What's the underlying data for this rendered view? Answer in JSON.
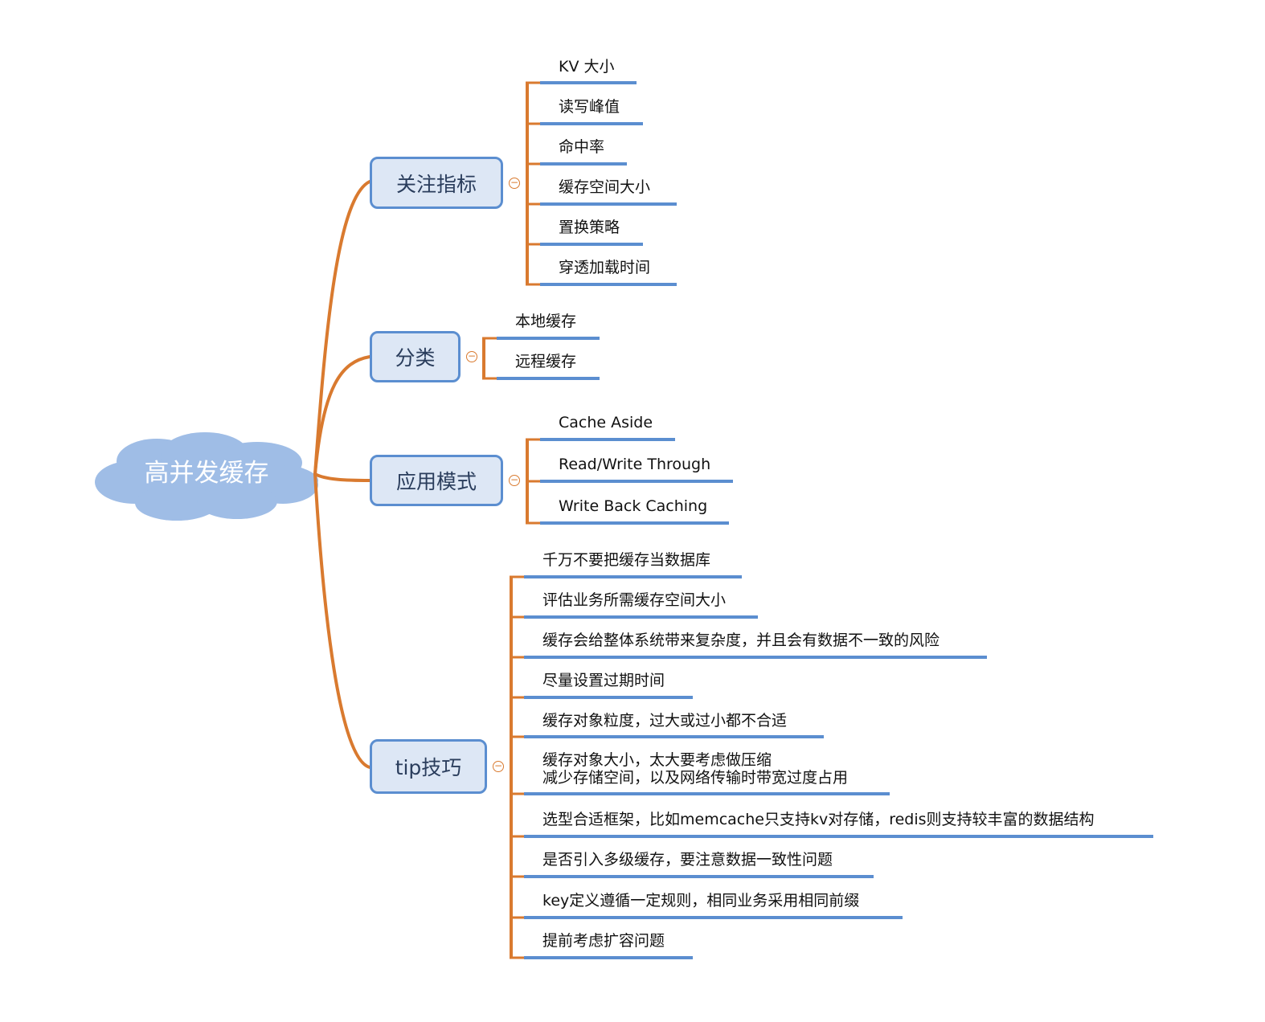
{
  "root": {
    "label": "高并发缓存"
  },
  "colors": {
    "connector": "#d97a2f",
    "underline": "#5b8ed0",
    "node_fill": "#dde7f5",
    "cloud": "#9fbde6"
  },
  "branches": [
    {
      "label": "关注指标",
      "items": [
        "KV 大小",
        "读写峰值",
        "命中率",
        "缓存空间大小",
        "置换策略",
        "穿透加载时间"
      ]
    },
    {
      "label": "分类",
      "items": [
        "本地缓存",
        "远程缓存"
      ]
    },
    {
      "label": "应用模式",
      "items": [
        "Cache Aside",
        "Read/Write Through",
        "Write Back Caching"
      ]
    },
    {
      "label": "tip技巧",
      "items": [
        "千万不要把缓存当数据库",
        "评估业务所需缓存空间大小",
        "缓存会给整体系统带来复杂度，并且会有数据不一致的风险",
        "尽量设置过期时间",
        "缓存对象粒度，过大或过小都不合适",
        "缓存对象大小，太大要考虑做压缩\n减少存储空间，以及网络传输时带宽过度占用",
        "选型合适框架，比如memcache只支持kv对存储，redis则支持较丰富的数据结构",
        "是否引入多级缓存，要注意数据一致性问题",
        "key定义遵循一定规则，相同业务采用相同前缀",
        "提前考虑扩容问题"
      ]
    }
  ]
}
